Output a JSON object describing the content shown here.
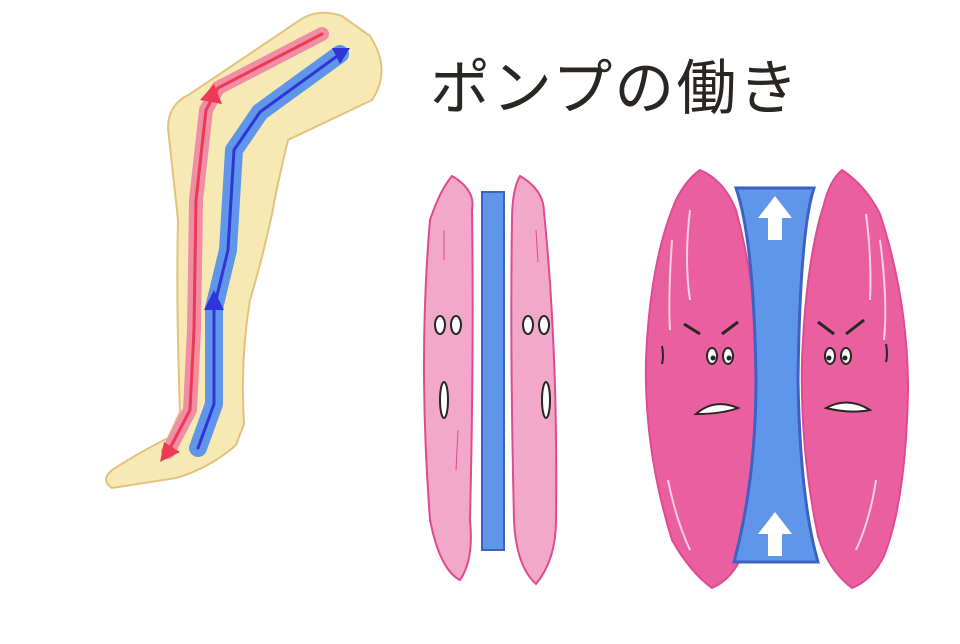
{
  "title": "ポンプの働き",
  "colors": {
    "skin": "#f7e9b4",
    "skin_outline": "#e3c27e",
    "artery": "#f08ea5",
    "artery_outline": "#ec3a55",
    "vein": "#5f96ea",
    "vein_outline": "#2f35d6",
    "muscle_relaxed": "#f2a8c8",
    "muscle_contracted": "#ea5f9f",
    "muscle_outline": "#e04a90",
    "vessel": "#5f96ea",
    "vessel_outline": "#3e62c4",
    "ink": "#2a2624"
  },
  "states": [
    {
      "name": "relaxed",
      "muscle_expression": "calm"
    },
    {
      "name": "contracted",
      "muscle_expression": "angry",
      "flow": "upward"
    }
  ]
}
